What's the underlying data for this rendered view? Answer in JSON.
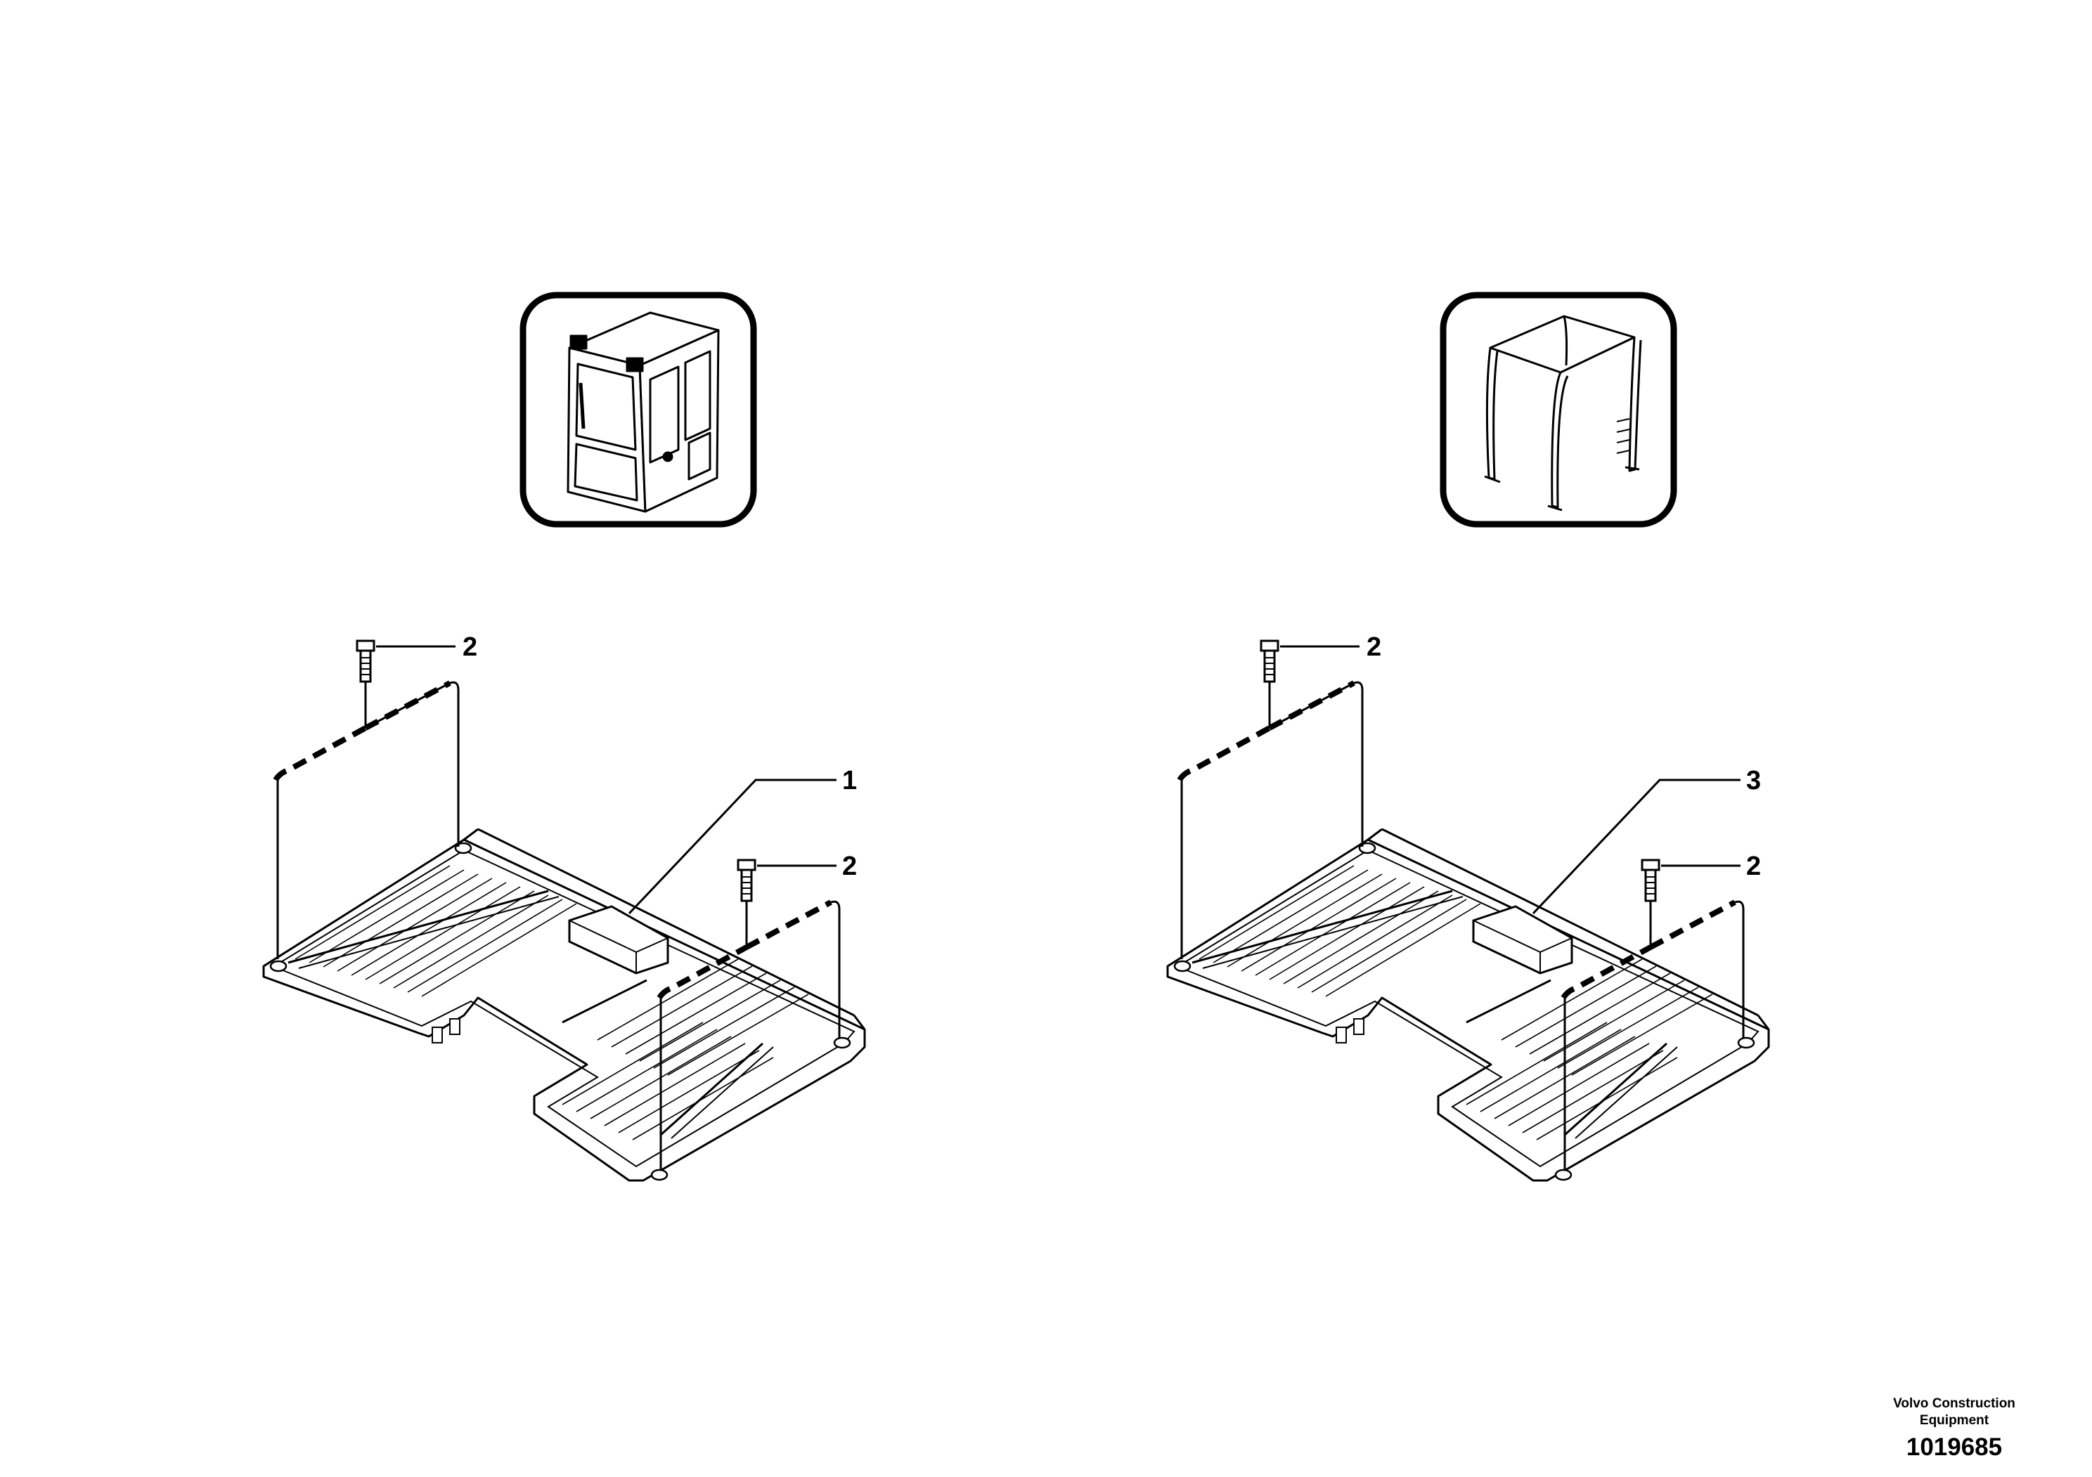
{
  "callouts": {
    "left_bolt_top": "2",
    "left_floor": "1",
    "left_bolt_right": "2",
    "right_bolt_top": "2",
    "right_floor": "3",
    "right_bolt_right": "2"
  },
  "credit": {
    "line1": "Volvo Construction",
    "line2": "Equipment"
  },
  "drawing_number": "1019685",
  "icons": {
    "left_inset": "cab-icon",
    "right_inset": "canopy-icon"
  }
}
